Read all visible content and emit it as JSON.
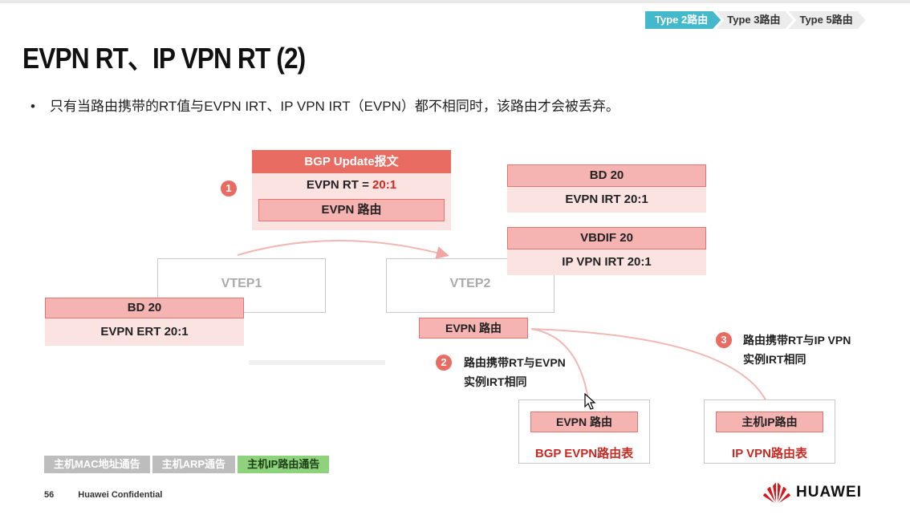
{
  "breadcrumbs": [
    "Type 2路由",
    "Type 3路由",
    "Type 5路由"
  ],
  "title": "EVPN RT、IP VPN RT (2)",
  "bullet": "只有当路由携带的RT值与EVPN IRT、IP VPN IRT（EVPN）都不相同时，该路由才会被丢弃。",
  "bgp_update": {
    "header": "BGP Update报文",
    "rt_prefix": "EVPN RT = ",
    "rt_value": "20:1",
    "route": "EVPN 路由"
  },
  "vtep1": {
    "label": "VTEP1"
  },
  "vtep2": {
    "label": "VTEP2"
  },
  "vtep1_table": {
    "bd": "BD 20",
    "ert": "EVPN ERT 20:1"
  },
  "vtep2_bd_table": {
    "bd": "BD 20",
    "irt": "EVPN IRT 20:1"
  },
  "vtep2_vbdif_table": {
    "vbdif": "VBDIF 20",
    "irt": "IP VPN IRT 20:1"
  },
  "evpn_route_label": "EVPN 路由",
  "steps": [
    {
      "num": "1"
    },
    {
      "num": "2",
      "line1": "路由携带RT与EVPN",
      "line2": "实例IRT相同"
    },
    {
      "num": "3",
      "line1": "路由携带RT与IP VPN",
      "line2": "实例IRT相同"
    }
  ],
  "bgp_evpn_table": {
    "entry": "EVPN 路由",
    "caption": "BGP EVPN路由表"
  },
  "ipvpn_table": {
    "entry": "主机IP路由",
    "caption": "IP VPN路由表"
  },
  "tags": [
    "主机MAC地址通告",
    "主机ARP通告",
    "主机IP路由通告"
  ],
  "footer": {
    "page": "56",
    "confidential": "Huawei Confidential"
  },
  "logo": {
    "text": "HUAWEI"
  },
  "colors": {
    "accent": "#45b9cc",
    "red_header": "#e96c62",
    "pink": "#f5b3b1",
    "light_pink": "#fbe3e2",
    "caption_red": "#c62a22",
    "green_tag": "#8ed27d"
  }
}
